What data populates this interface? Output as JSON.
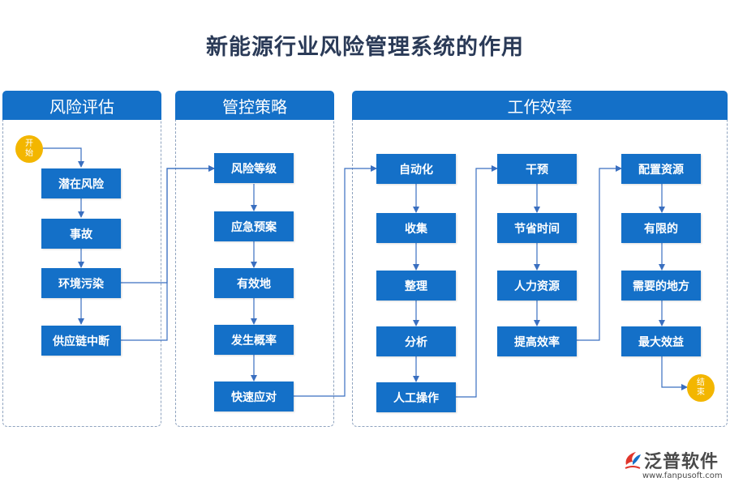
{
  "title": "新能源行业风险管理系统的作用",
  "colors": {
    "box": "#1470c8",
    "terminal": "#f3b600",
    "line": "#3a6fc0",
    "border": "#8fa3bf"
  },
  "panels": [
    {
      "header": "风险评估",
      "nodes": [
        "潜在风险",
        "事故",
        "环境污染",
        "供应链中断"
      ]
    },
    {
      "header": "管控策略",
      "nodes": [
        "风险等级",
        "应急预案",
        "有效地",
        "发生概率",
        "快速应对"
      ]
    },
    {
      "header": "工作效率",
      "columns": [
        [
          "自动化",
          "收集",
          "整理",
          "分析",
          "人工操作"
        ],
        [
          "干预",
          "节省时间",
          "人力资源",
          "提高效率"
        ],
        [
          "配置资源",
          "有限的",
          "需要的地方",
          "最大效益"
        ]
      ]
    }
  ],
  "start_label": "开始",
  "end_label": "结束",
  "logo": {
    "name": "泛普软件",
    "url": "www.fanpusoft.com",
    "icon": "fanpu-logo-icon"
  }
}
